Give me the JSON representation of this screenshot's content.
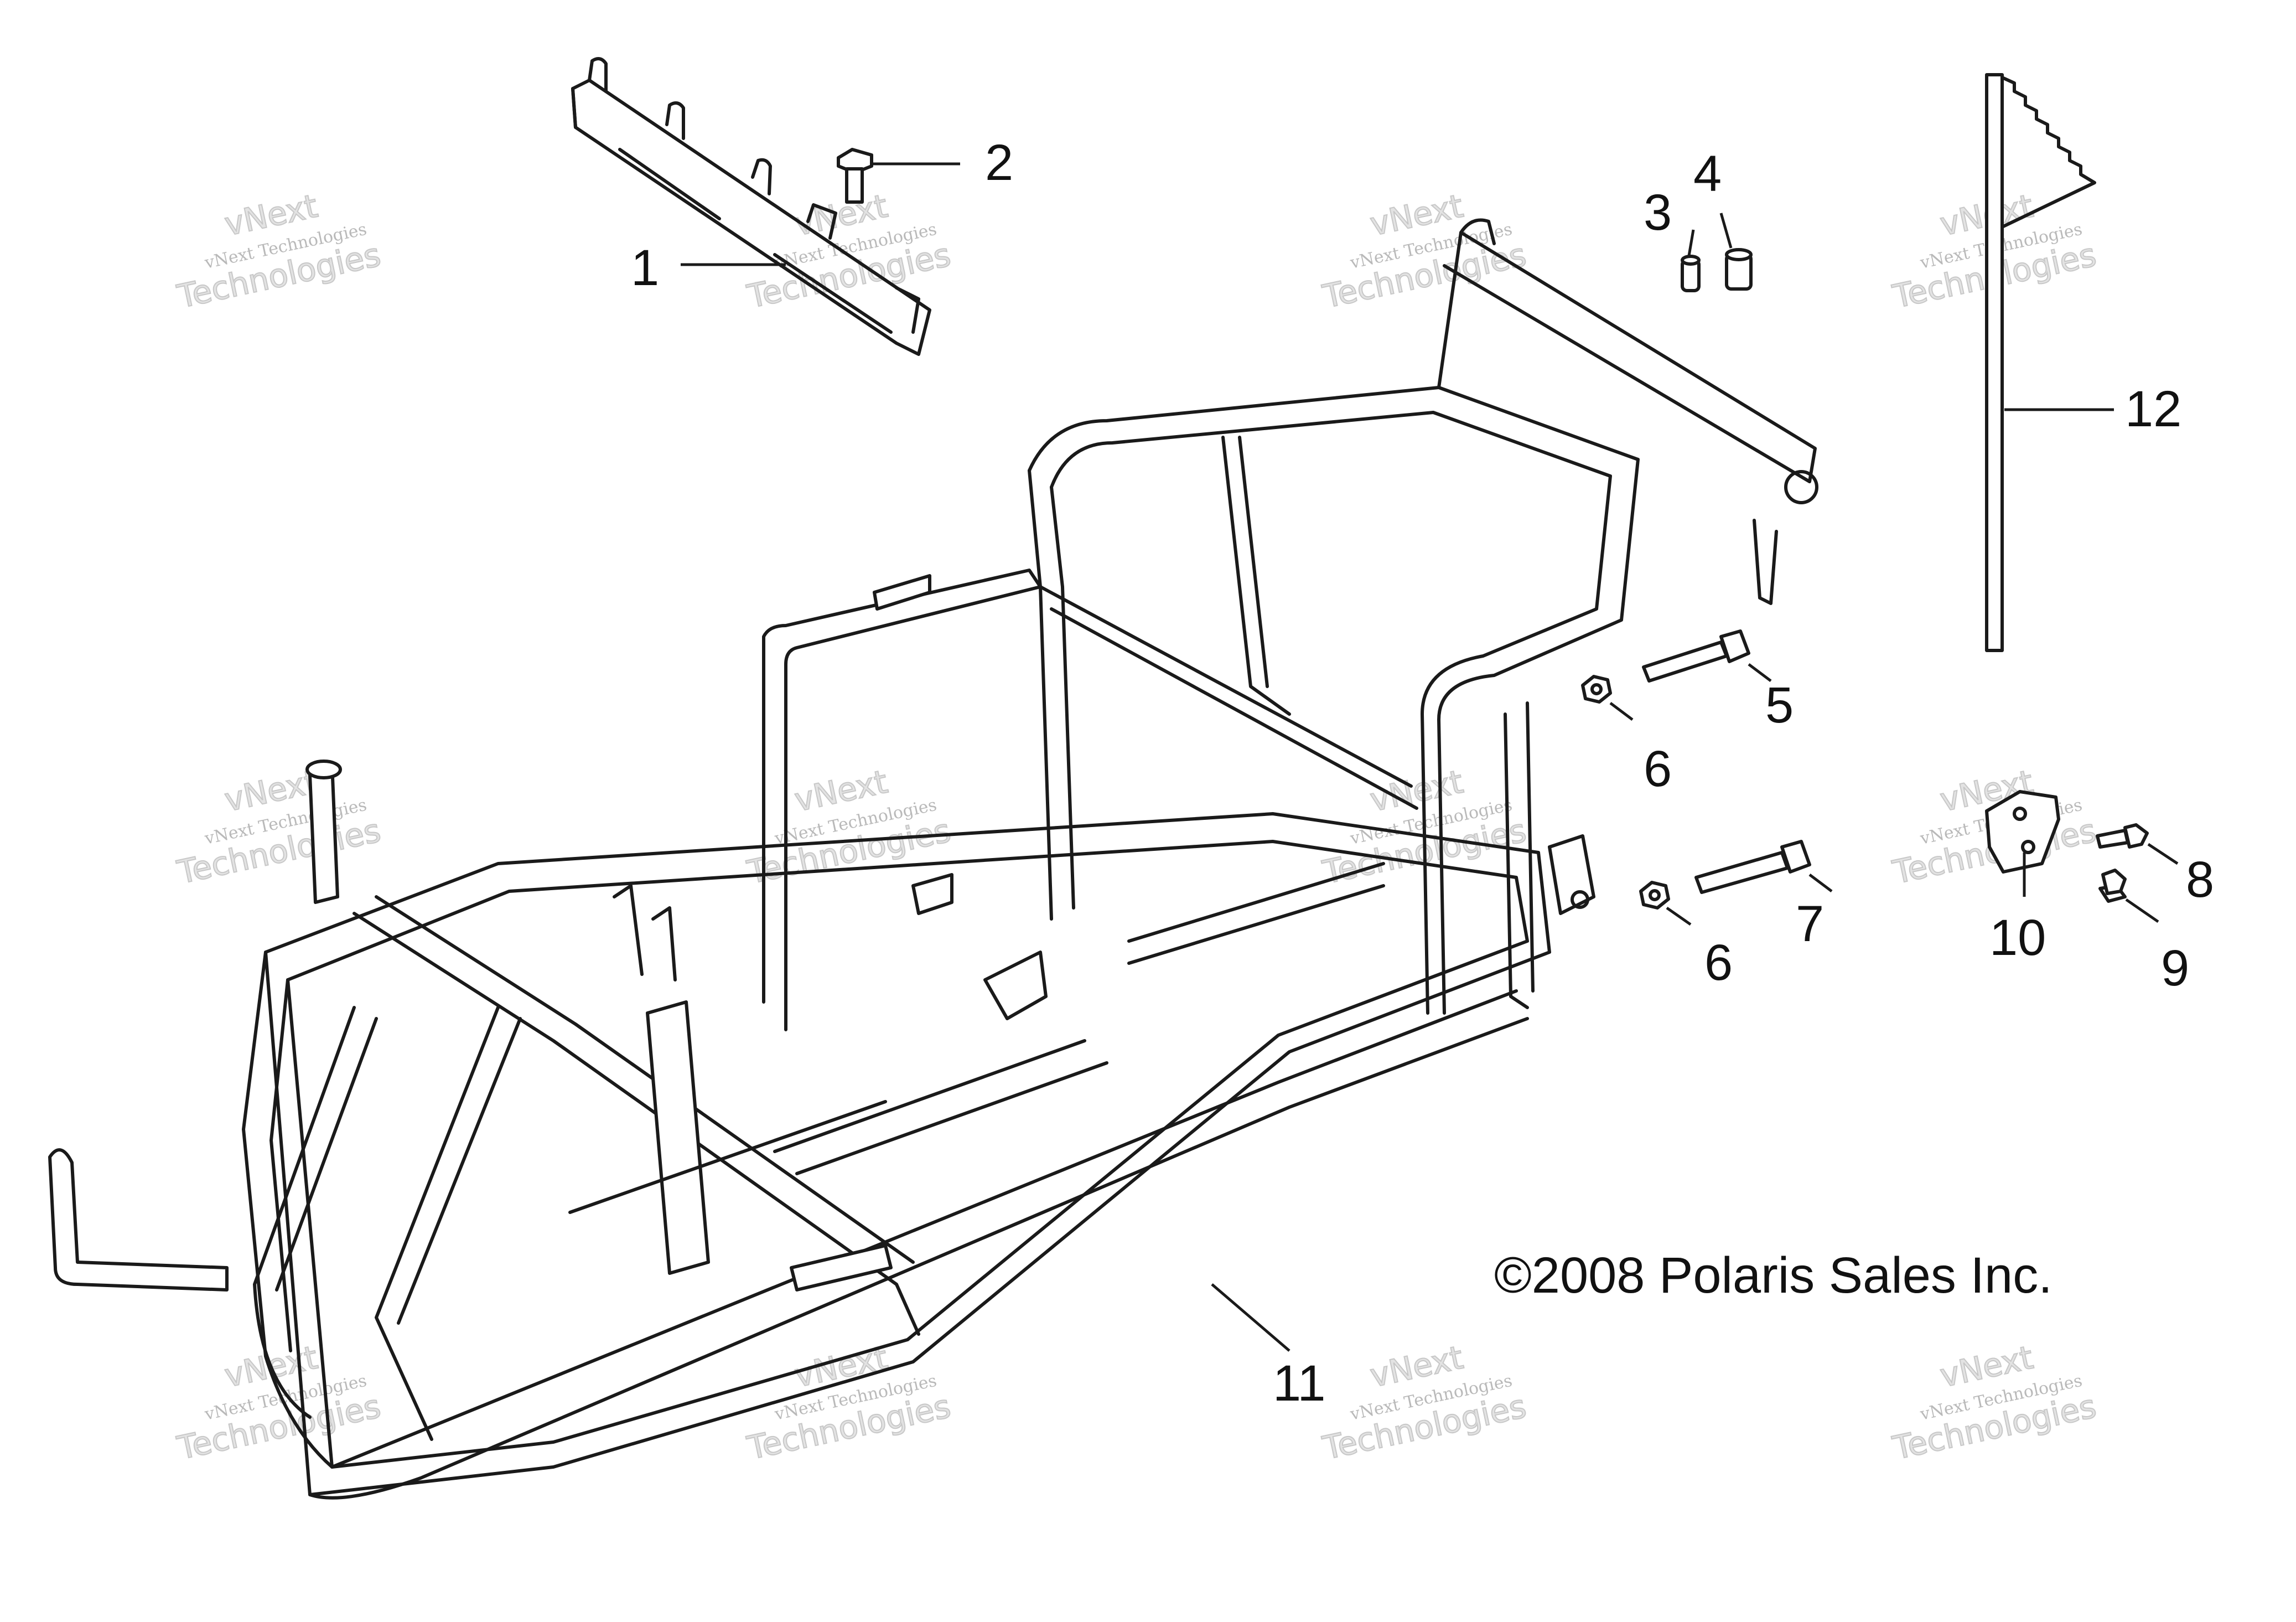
{
  "callouts": {
    "c1": "1",
    "c2": "2",
    "c3": "3",
    "c4": "4",
    "c5": "5",
    "c6a": "6",
    "c6b": "6",
    "c7": "7",
    "c8": "8",
    "c9": "9",
    "c10": "10",
    "c11": "11",
    "c12": "12"
  },
  "copyright": "©2008 Polaris Sales Inc.",
  "watermark": {
    "line1": "vNext Technologies",
    "line2": "Technologies",
    "line3": "vNext"
  }
}
